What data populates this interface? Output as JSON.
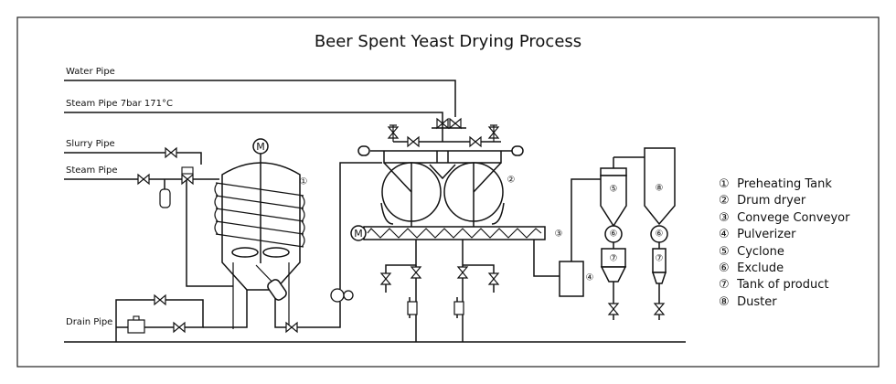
{
  "title": "Beer Spent Yeast Drying Process",
  "pipes": {
    "water": "Water Pipe",
    "steam_main": "Steam Pipe 7bar 171°C",
    "slurry": "Slurry Pipe",
    "steam": "Steam Pipe",
    "drain": "Drain Pipe"
  },
  "motor_symbol": "M",
  "legend": [
    {
      "num": "①",
      "label": "Preheating Tank"
    },
    {
      "num": "②",
      "label": "Drum dryer"
    },
    {
      "num": "③",
      "label": "Convege Conveyor"
    },
    {
      "num": "④",
      "label": "Pulverizer"
    },
    {
      "num": "⑤",
      "label": "Cyclone"
    },
    {
      "num": "⑥",
      "label": "Exclude"
    },
    {
      "num": "⑦",
      "label": "Tank of product"
    },
    {
      "num": "⑧",
      "label": "Duster"
    }
  ],
  "equipment_markers": [
    "①",
    "②",
    "③",
    "④",
    "⑤",
    "⑥",
    "⑦",
    "⑧"
  ]
}
